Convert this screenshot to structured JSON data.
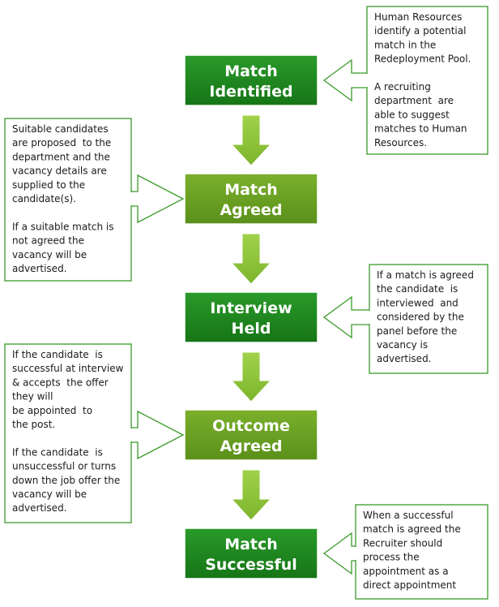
{
  "colors": {
    "step_dark_fill": "#1e8a1e",
    "step_light_fill": "#6aa022",
    "down_arrow_fill": "#8fc63a",
    "callout_border": "#3a9a2a"
  },
  "steps": [
    {
      "lines": [
        "Match",
        "Identified"
      ],
      "fill": "dark"
    },
    {
      "lines": [
        "Match",
        "Agreed"
      ],
      "fill": "light"
    },
    {
      "lines": [
        "Interview",
        "Held"
      ],
      "fill": "dark"
    },
    {
      "lines": [
        "Outcome",
        "Agreed"
      ],
      "fill": "light"
    },
    {
      "lines": [
        "Match",
        "Successful"
      ],
      "fill": "dark"
    }
  ],
  "notes": [
    {
      "side": "right",
      "lines": [
        "Human Resources",
        "identify a potential",
        "match in the",
        "Redeployment Pool.",
        "",
        "A recruiting",
        "department  are",
        "able to suggest",
        "matches to Human",
        "Resources."
      ]
    },
    {
      "side": "left",
      "lines": [
        "Suitable candidates",
        "are proposed  to the",
        "department and the",
        "vacancy details are",
        "supplied to the",
        "candidate(s).",
        "",
        "If a suitable match is",
        "not agreed the",
        "vacancy will be",
        "advertised."
      ]
    },
    {
      "side": "right",
      "lines": [
        "If a match is agreed",
        "the candidate  is",
        "interviewed  and",
        "considered by the",
        "panel before the",
        "vacancy is",
        "advertised."
      ]
    },
    {
      "side": "left",
      "lines": [
        "If the candidate  is",
        "successful at interview",
        "& accepts  the offer",
        "they will",
        "be appointed  to",
        "the post.",
        "",
        "If the candidate  is",
        "unsuccessful or turns",
        "down the job offer the",
        "vacancy will be",
        "advertised."
      ]
    },
    {
      "side": "right",
      "lines": [
        "When a successful",
        "match is agreed the",
        "Recruiter should",
        "process the",
        "appointment as a",
        "direct appointment"
      ]
    }
  ]
}
